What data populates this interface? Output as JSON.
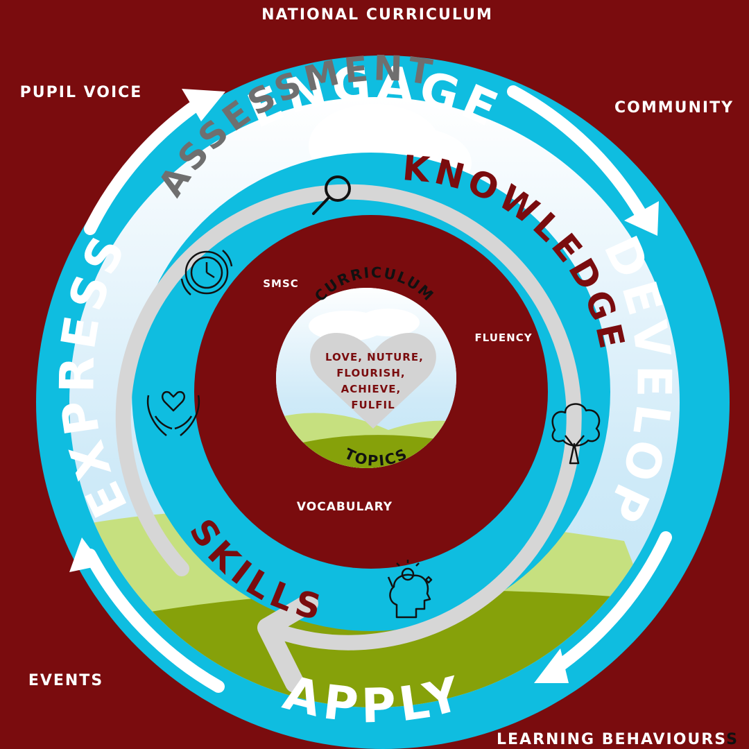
{
  "outer_labels": {
    "top": "NATIONAL CURRICULUM",
    "top_left": "PUPIL VOICE",
    "top_right": "COMMUNITY",
    "bottom_left": "EVENTS",
    "bottom_right": "LEARNING BEHAVIOURS",
    "bottom_right_tail": "S"
  },
  "cycle": {
    "engage": "ENGAGE",
    "develop": "DEVELOP",
    "apply": "APPLY",
    "express": "EXPRESS"
  },
  "assessment": "ASSESSMENT",
  "middle": {
    "knowledge": "KNOWLEDGE",
    "skills": "SKILLS"
  },
  "inner_labels": {
    "smsc": "SMSC",
    "fluency": "FLUENCY",
    "vocabulary": "VOCABULARY"
  },
  "center": {
    "curriculum": "CURRICULUM",
    "topics": "TOPICS",
    "heart_lines": [
      "LOVE, NUTURE,",
      "FLOURISH,",
      "ACHIEVE,",
      "FULFIL"
    ]
  },
  "icons": [
    "magnifying-glass-icon",
    "clock-cycle-icon",
    "caring-hands-icon",
    "tree-icon",
    "creative-mind-icon"
  ],
  "colors": {
    "background": "#7a0c0e",
    "ring_blue": "#0fbde0",
    "arrow_white": "#ffffff",
    "assessment_grey": "#d6d6d6",
    "grass_light": "#c6e07f",
    "grass_dark": "#86a10a",
    "sky": "#d9effa"
  }
}
